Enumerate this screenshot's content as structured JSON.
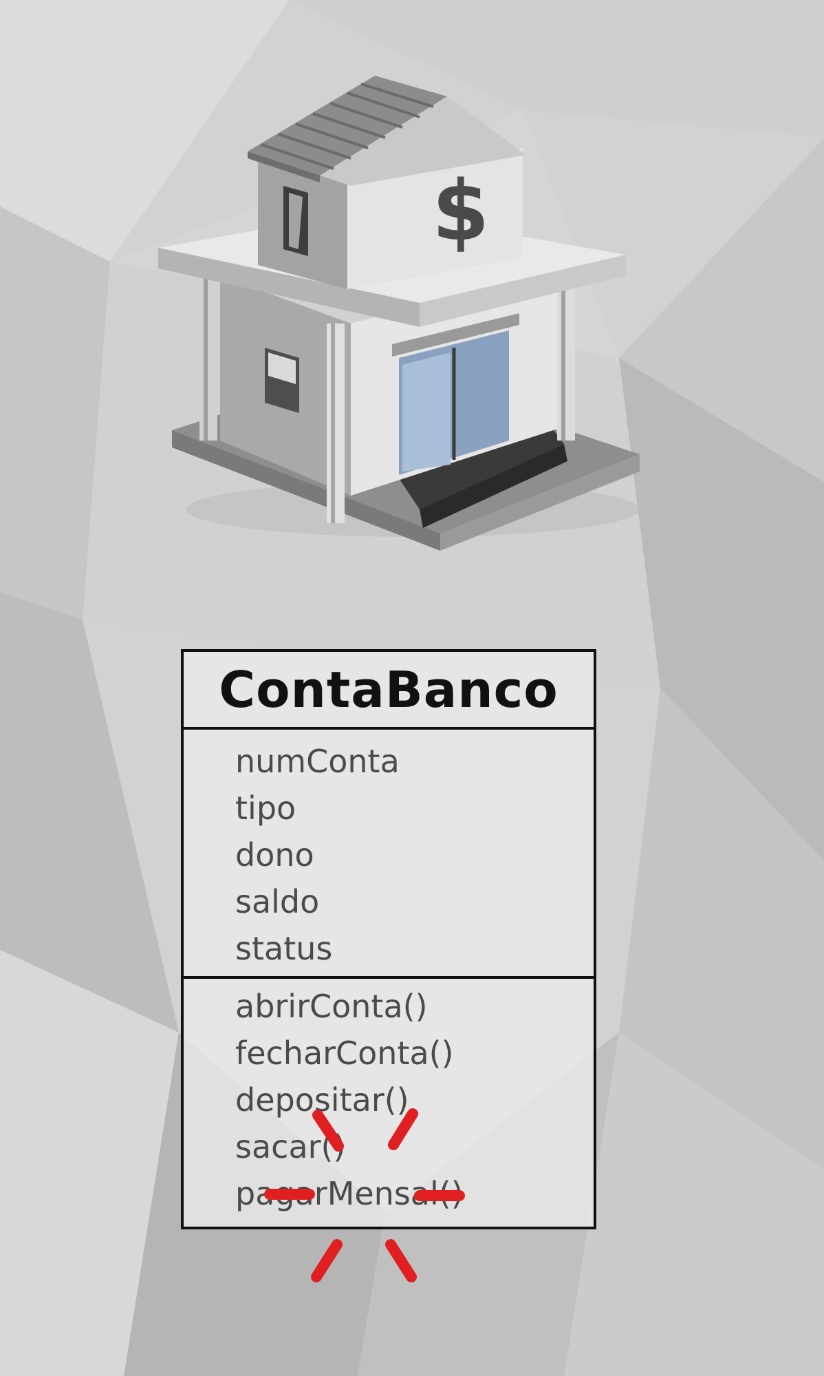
{
  "class_diagram": {
    "class_name": "ContaBanco",
    "attributes": [
      "numConta",
      "tipo",
      "dono",
      "saldo",
      "status"
    ],
    "methods": [
      "abrirConta()",
      "fecharConta()",
      "depositar()",
      "sacar()",
      "pagarMensal()"
    ],
    "highlighted_method": "pagarMensal()"
  },
  "icons": {
    "bank": "bank-building-icon",
    "currency_symbol": "dollar-sign-icon",
    "highlight": "emphasis-burst-icon"
  },
  "colors": {
    "background": "#d4d4d4",
    "border": "#111111",
    "text": "#4a4a4a",
    "highlight": "#e02020"
  }
}
